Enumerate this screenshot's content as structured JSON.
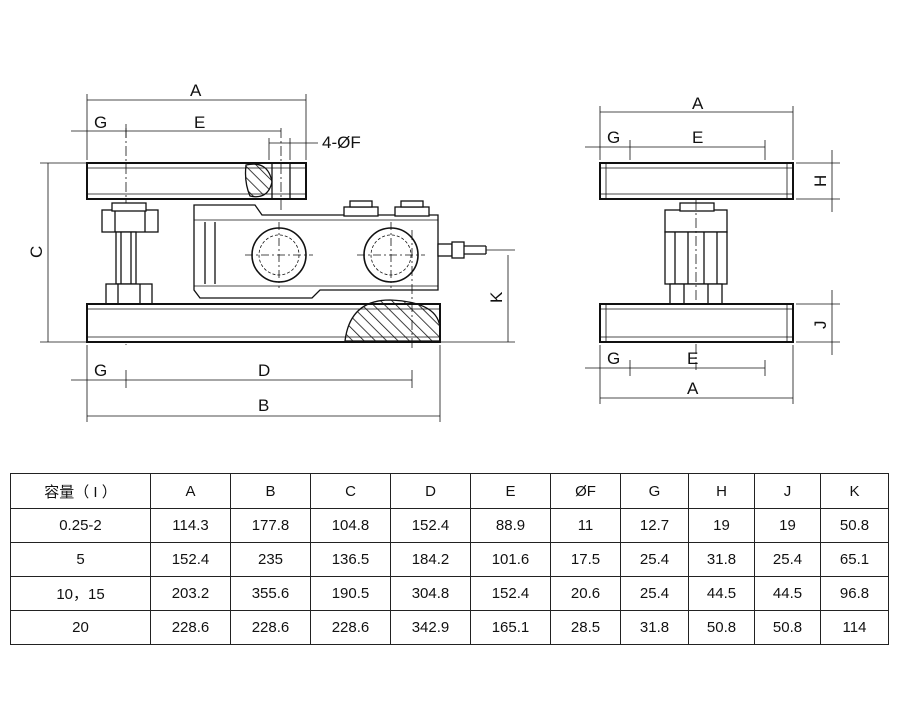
{
  "front_view": {
    "labels": {
      "A": "A",
      "G": "G",
      "E": "E",
      "hole": "4-ØF",
      "C": "C",
      "K": "K",
      "D": "D",
      "B": "B"
    }
  },
  "side_view": {
    "labels": {
      "A_top": "A",
      "G_top": "G",
      "E_top": "E",
      "H": "H",
      "J": "J",
      "G_bottom": "G",
      "E_bottom": "E",
      "A_bottom": "A"
    }
  },
  "table": {
    "headers": [
      "容量（ I ）",
      "A",
      "B",
      "C",
      "D",
      "E",
      "ØF",
      "G",
      "H",
      "J",
      "K"
    ],
    "rows": [
      [
        "0.25-2",
        "114.3",
        "177.8",
        "104.8",
        "152.4",
        "88.9",
        "11",
        "12.7",
        "19",
        "19",
        "50.8"
      ],
      [
        "5",
        "152.4",
        "235",
        "136.5",
        "184.2",
        "101.6",
        "17.5",
        "25.4",
        "31.8",
        "25.4",
        "65.1"
      ],
      [
        "10，15",
        "203.2",
        "355.6",
        "190.5",
        "304.8",
        "152.4",
        "20.6",
        "25.4",
        "44.5",
        "44.5",
        "96.8"
      ],
      [
        "20",
        "228.6",
        "228.6",
        "228.6",
        "342.9",
        "165.1",
        "28.5",
        "31.8",
        "50.8",
        "50.8",
        "114"
      ]
    ]
  },
  "colors": {
    "line": "#111111",
    "fill": "#ffffff"
  }
}
